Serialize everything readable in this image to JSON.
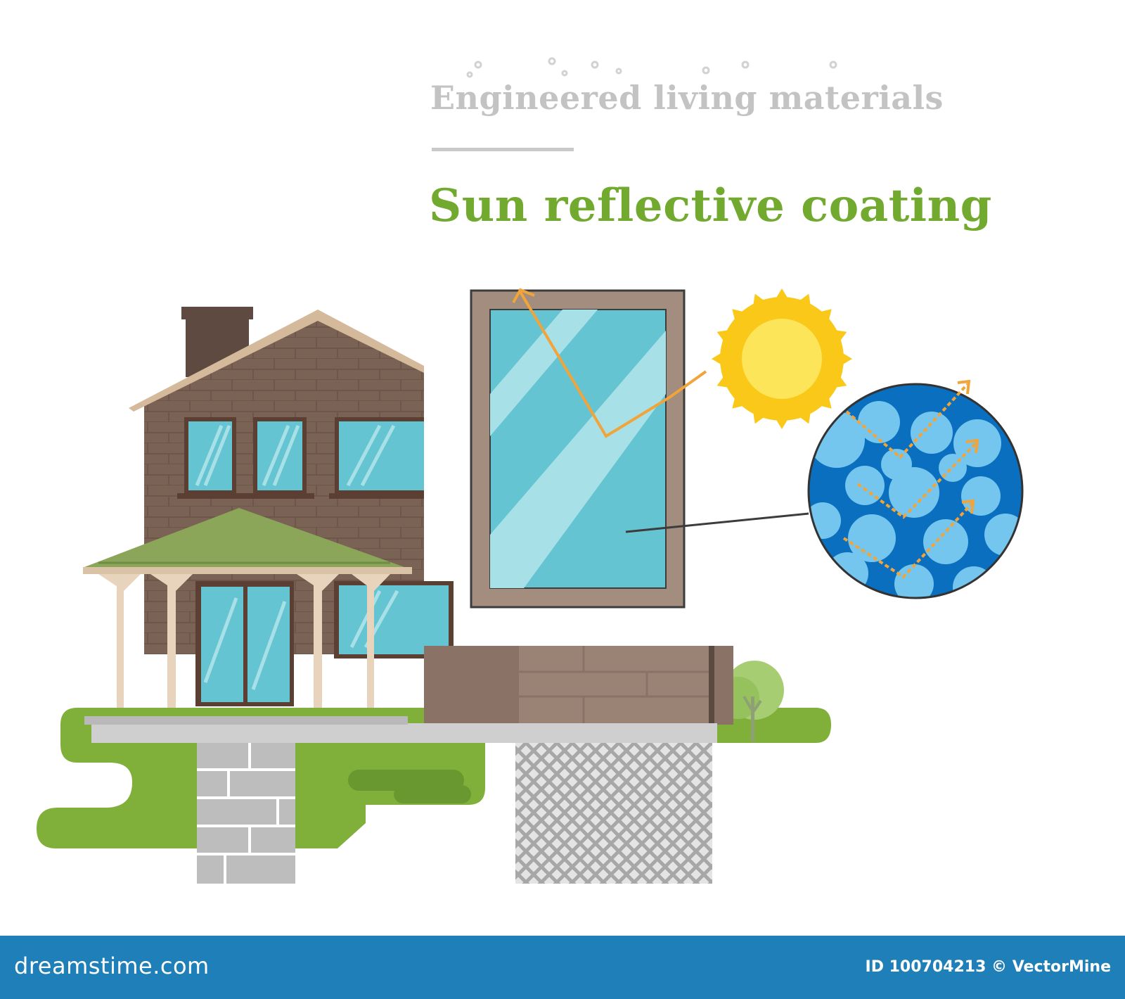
{
  "header": {
    "category": "Engineered living materials",
    "title": "Sun reflective coating"
  },
  "footer": {
    "brand": "dreamstime.com",
    "id_text": "ID 100704213 © VectorMine"
  },
  "colors": {
    "title_green": "#72aa30",
    "subtitle_gray": "#c3c3c3",
    "footer_blue": "#1f7fb8",
    "brick": "#7a6255",
    "glass": "#64c4d1",
    "grass": "#80b03a",
    "sun": "#fac819",
    "arrow": "#f0a43a",
    "coating_dark": "#0a6fbe",
    "coating_light": "#74c6ee"
  }
}
